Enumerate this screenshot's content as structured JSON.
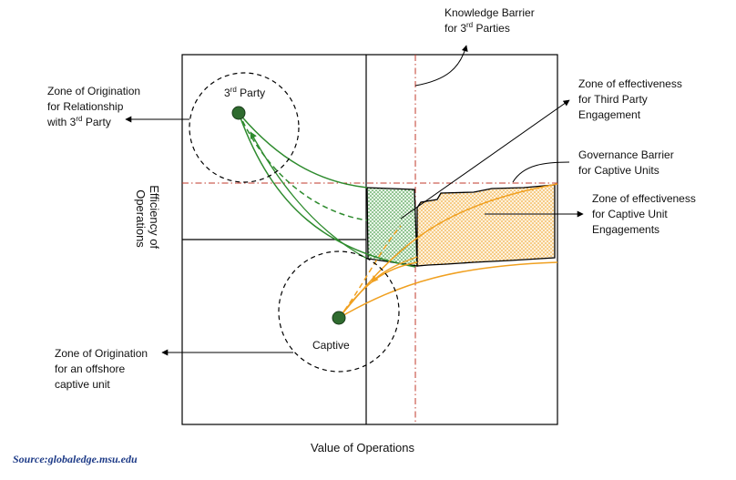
{
  "labels": {
    "knowledge_barrier_l1": "Knowledge Barrier",
    "knowledge_barrier_l2_pre": "for 3",
    "knowledge_barrier_l2_sup": "rd",
    "knowledge_barrier_l2_post": " Parties",
    "third_party_pre": "3",
    "third_party_sup": "rd",
    "third_party_post": " Party",
    "origin_rel_l1": "Zone of Origination",
    "origin_rel_l2": "for Relationship",
    "origin_rel_l3_pre": "with 3",
    "origin_rel_l3_sup": "rd",
    "origin_rel_l3_post": " Party",
    "eff_third_l1": "Zone of effectiveness",
    "eff_third_l2": "for Third Party",
    "eff_third_l3": "Engagement",
    "gov_barrier_l1": "Governance Barrier",
    "gov_barrier_l2": "for Captive Units",
    "eff_captive_l1": "Zone of effectiveness",
    "eff_captive_l2": "for Captive Unit",
    "eff_captive_l3": "Engagements",
    "efficiency_l1": "Efficiency of",
    "efficiency_l2": "Operations",
    "captive": "Captive",
    "origin_captive_l1": "Zone of Origination",
    "origin_captive_l2": "for an offshore",
    "origin_captive_l3": "captive unit",
    "value_ops": "Value of Operations",
    "source": "Source:globaledge.msu.edu"
  },
  "colors": {
    "green": "#2e8b2e",
    "orange": "#f0a020",
    "node": "#2f6b2f",
    "barrier_red": "#c0392b",
    "source_blue": "#1f3c88"
  }
}
